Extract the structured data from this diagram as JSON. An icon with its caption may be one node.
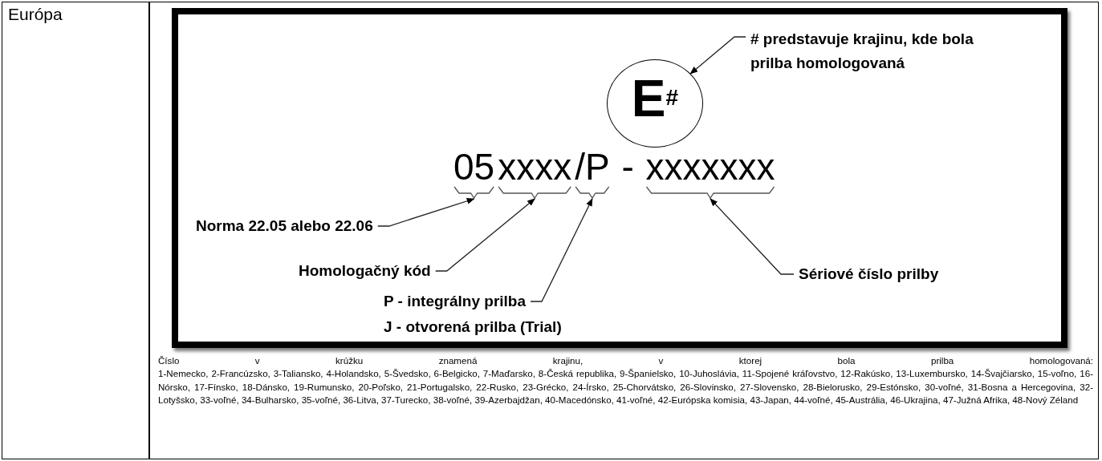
{
  "diagram": {
    "nodes": [
      {
        "text": [
          "E$^{#}$"
        ]
      },
      {
        "text": [
          "# predstavuje krajinu, kde bola prilba homologovaná"
        ]
      },
      {
        "text": [
          "05"
        ]
      },
      {
        "text": [
          "xxxx"
        ]
      },
      {
        "text": [
          "/P"
        ]
      },
      {
        "text": [
          "xxxxxxx"
        ]
      },
      {
        "text": [
          "Norma 22.05 alebo 22.06"
        ]
      },
      {
        "text": [
          "Homologačný kód"
        ]
      },
      {
        "text": [
          "P - integrálny prilba",
          "J - otvorená prilba (Trial)"
        ]
      },
      {
        "text": [
          "Sériové číslo prilby"
        ]
      }
    ],
    "edges": [
      {
        "from": 1,
        "to": 0,
        "arrow": "to"
      },
      {
        "from": 6,
        "to": 2,
        "arrow": "to"
      },
      {
        "from": 7,
        "to": 3,
        "arrow": "to"
      },
      {
        "from": 8,
        "to": 4,
        "arrow": "to"
      },
      {
        "from": 9,
        "to": 5,
        "arrow": "to"
      }
    ],
    "labels": [
      "Európa",
      "-",
      "Číslo v krúžku znamená krajinu, v ktorej bola prilba homologovaná:",
      "1-Nemecko, 2-Francúzsko, 3-Taliansko, 4-Holandsko, 5-Švedsko, 6-Belgicko, 7-Maďarsko, 8-Česká republika, 9-Španielsko, 10-Juhoslávia, 11-Spojené kráľovstvo, 12-Rakúsko, 13-Luxembursko, 14-Švajčiarsko, 15-voľno, 16-Nórsko, 17-Fínsko, 18-Dánsko, 19-Rumunsko, 20-Poľsko, 21-Portugalsko, 22-Rusko, 23-Grécko, 24-Írsko, 25-Chorvátsko, 26-Slovinsko, 27-Slovensko, 28-Bielorusko, 29-Estónsko, 30-voľné, 31-Bosna a Hercegovina, 32-Lotyšsko, 33-voľné, 34-Bulharsko, 35-voľné, 36-Litva, 37-Turecko, 38-voľné, 39-Azerbajdžan, 40-Macedónsko, 41-voľné, 42-Európska komisia, 43-Japan, 44-voľné, 45-Austrália, 46-Ukrajina, 47-Južná Afrika, 48-Nový Zéland"
    ]
  }
}
